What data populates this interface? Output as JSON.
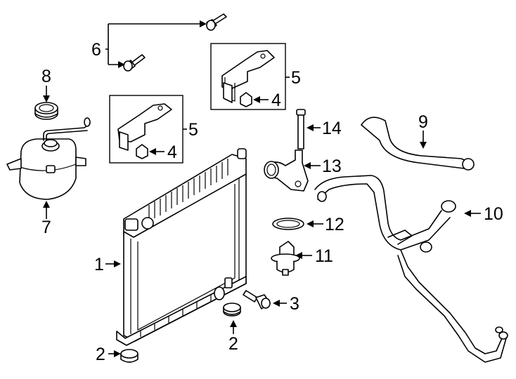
{
  "callouts": {
    "c1": "1",
    "c2a": "2",
    "c2b": "2",
    "c3": "3",
    "c4a": "4",
    "c4b": "4",
    "c5a": "5",
    "c5b": "5",
    "c6": "6",
    "c7": "7",
    "c8": "8",
    "c9": "9",
    "c10": "10",
    "c11": "11",
    "c12": "12",
    "c13": "13",
    "c14": "14"
  }
}
